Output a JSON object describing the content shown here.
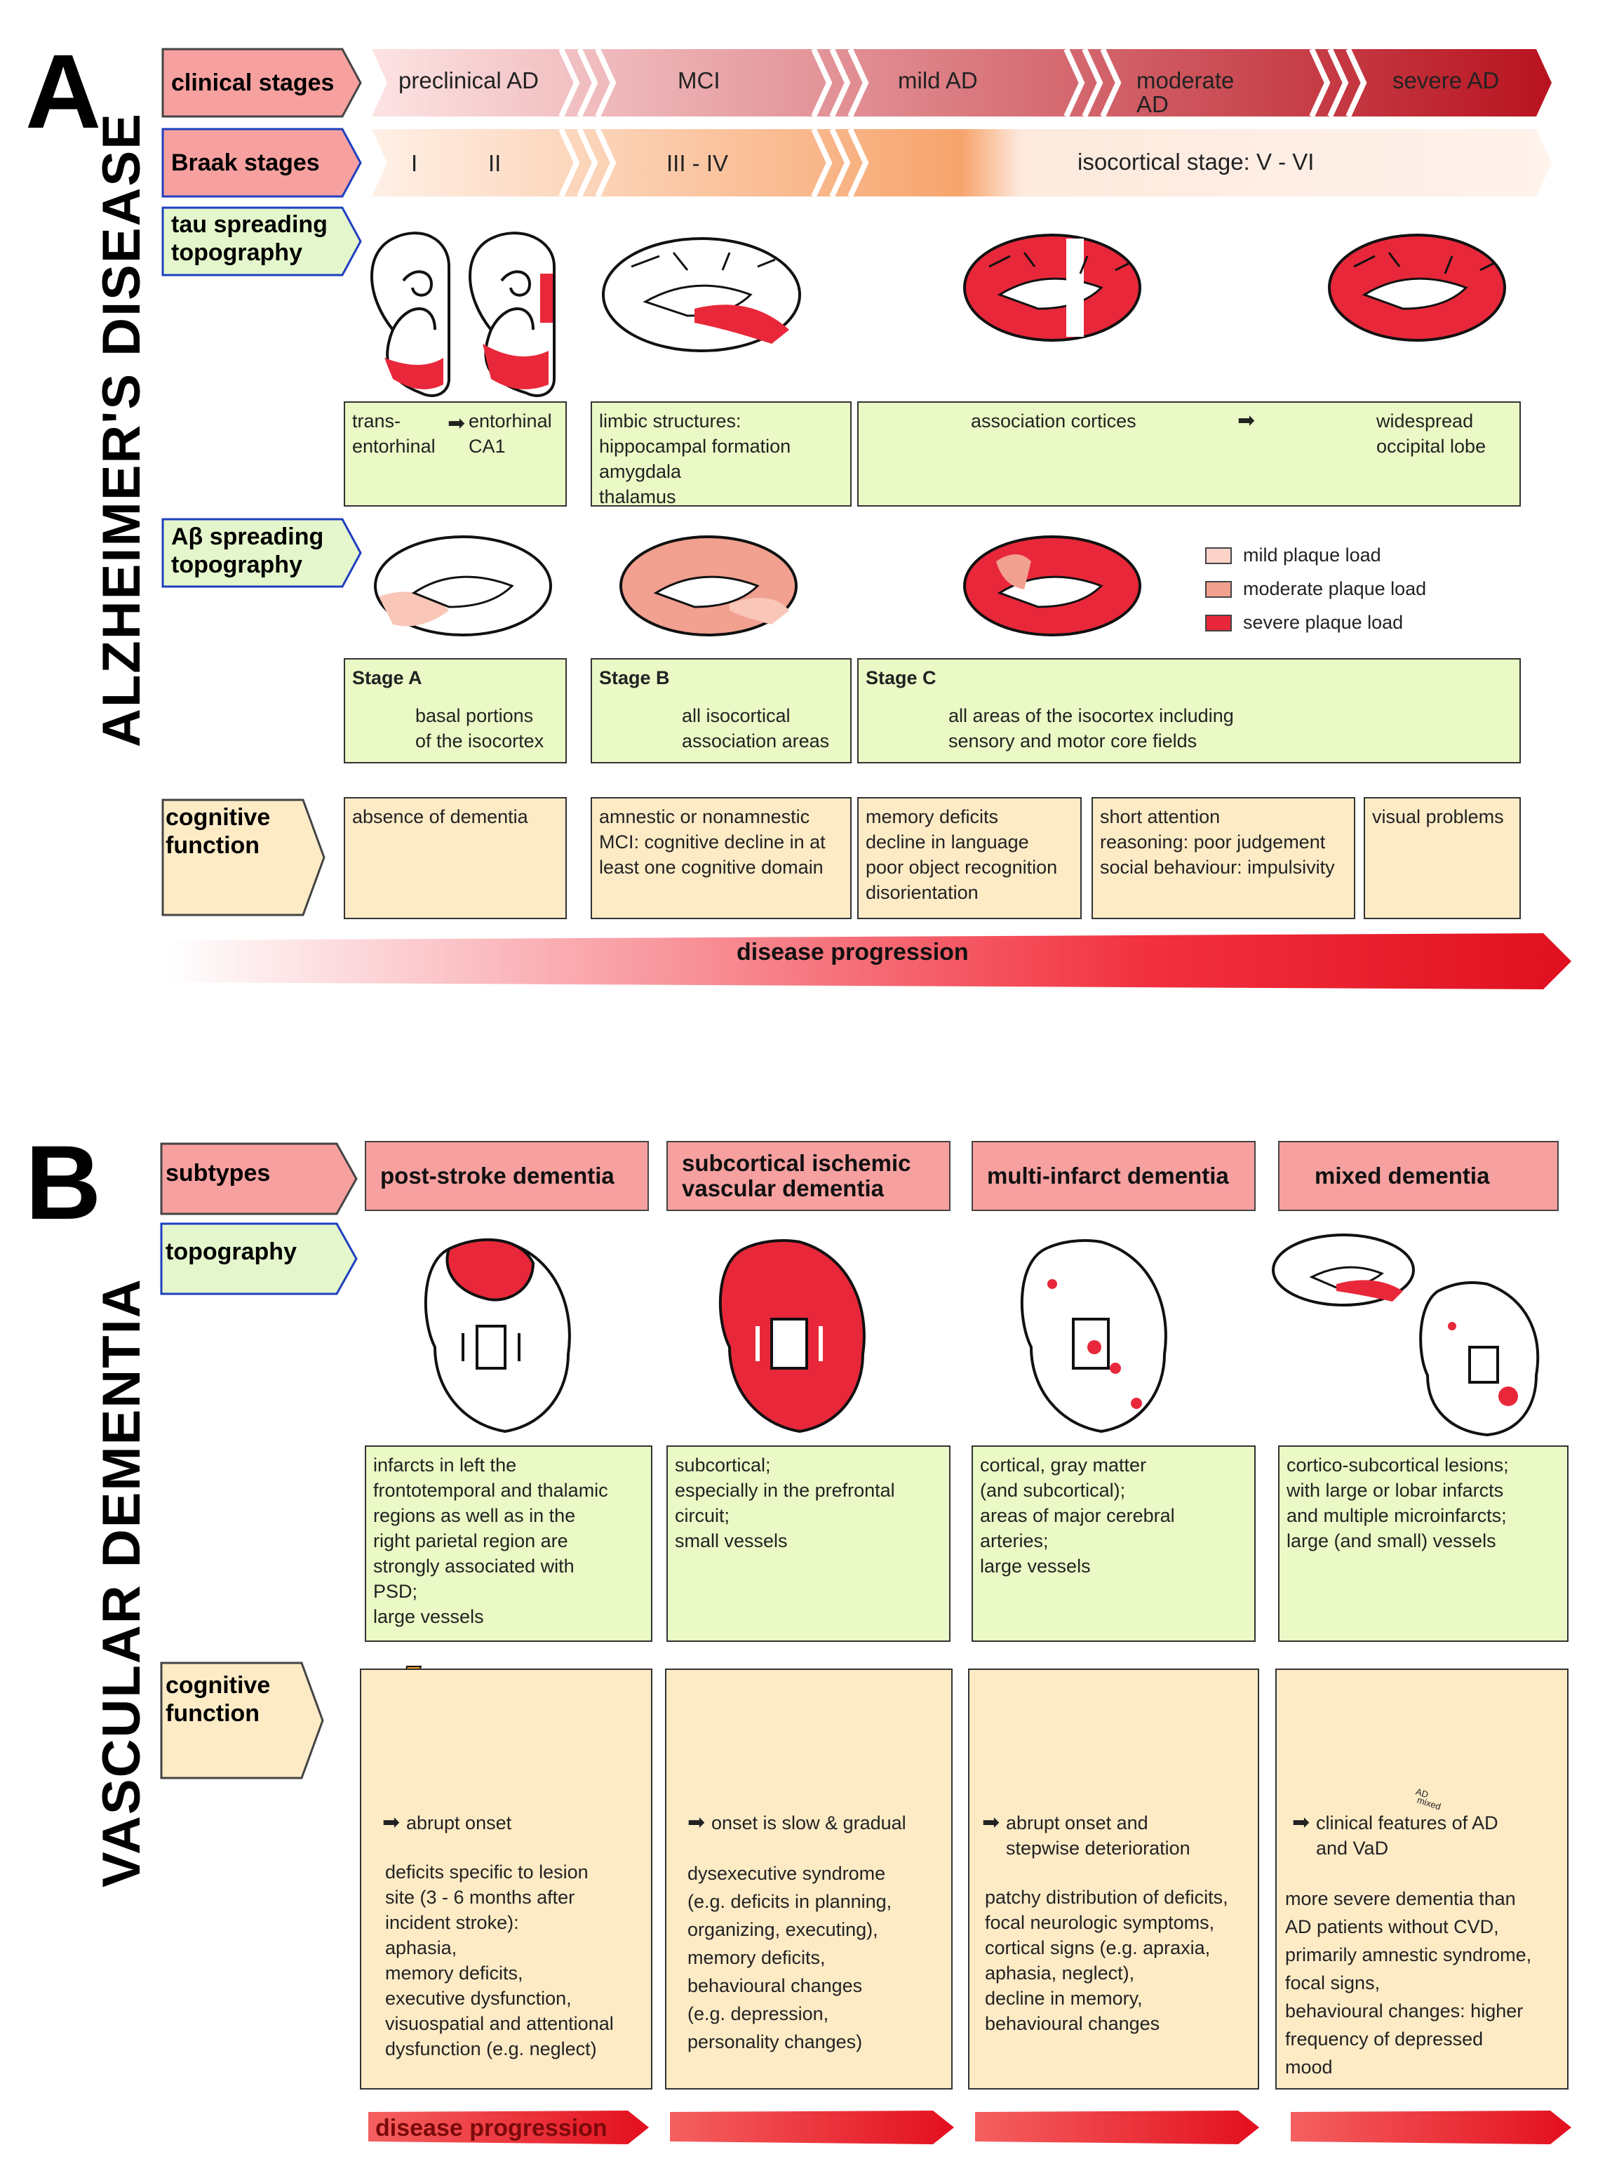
{
  "panel_a": {
    "letter": "A",
    "vertical_title": "ALZHEIMER'S DISEASE",
    "row_labels": {
      "clinical_stages": "clinical stages",
      "braak_stages": "Braak stages",
      "tau_spreading": "tau spreading\ntopography",
      "abeta_spreading": "Aβ spreading\ntopography",
      "cognitive_function": "cognitive\nfunction"
    },
    "clinical_stages": [
      "preclinical AD",
      "MCI",
      "mild AD",
      "moderate\nAD",
      "severe AD"
    ],
    "braak_stages": [
      "I",
      "II",
      "III - IV",
      "isocortical stage: V - VI"
    ],
    "tau_boxes": {
      "box1_left": "trans-\nentorhinal",
      "box1_right": "entorhinal\nCA1",
      "box2": "limbic structures:\nhippocampal formation\namygdala\nthalamus",
      "box3_left": "association cortices",
      "box3_right": "widespread\noccipital lobe"
    },
    "legend": {
      "mild": "mild plaque load",
      "moderate": "moderate plaque load",
      "severe": "severe plaque load"
    },
    "abeta_boxes": [
      {
        "title": "Stage A",
        "text": "basal portions\nof the isocortex"
      },
      {
        "title": "Stage B",
        "text": "all isocortical\nassociation areas"
      },
      {
        "title": "Stage C",
        "text": "all areas of the isocortex including\nsensory and motor core fields"
      }
    ],
    "cognitive_boxes": [
      "absence of dementia",
      "amnestic or nonamnestic\nMCI: cognitive decline in at\nleast one cognitive domain",
      "memory deficits\ndecline in language\npoor object recognition\ndisorientation",
      "short attention\nreasoning: poor judgement\nsocial behaviour: impulsivity",
      "visual problems"
    ],
    "progression": "disease progression"
  },
  "panel_b": {
    "letter": "B",
    "vertical_title": "VASCULAR DEMENTIA",
    "row_labels": {
      "subtypes": "subtypes",
      "topography": "topography",
      "cognitive_function": "cognitive\nfunction"
    },
    "subtypes": [
      "post-stroke dementia",
      "subcortical ischemic\nvascular dementia",
      "multi-infarct dementia",
      "mixed dementia"
    ],
    "topography_boxes": [
      "infarcts in left the\nfrontotemporal and thalamic\nregions as well as in the\nright parietal region are\nstrongly associated with\nPSD;\nlarge vessels",
      "subcortical;\nespecially in the prefrontal\ncircuit;\nsmall vessels",
      "cortical, gray matter\n(and subcortical);\nareas of major cerebral\narteries;\nlarge vessels",
      "cortico-subcortical lesions;\nwith large or lobar infarcts\nand multiple microinfarcts;\nlarge (and small) vessels"
    ],
    "onset": [
      "abrupt onset",
      "onset is slow & gradual",
      "abrupt onset and\nstepwise deterioration",
      "clinical features of AD\nand VaD"
    ],
    "cognitive_texts": [
      "deficits specific to lesion\nsite (3 - 6 months after\nincident stroke):\naphasia,\nmemory deficits,\nexecutive dysfunction,\nvisuospatial and attentional\ndysfunction (e.g. neglect)",
      "dysexecutive syndrome\n(e.g. deficits in planning,\norganizing, executing),\nmemory deficits,\nbehavioural changes\n(e.g. depression,\npersonality changes)",
      "patchy distribution of deficits,\nfocal neurologic symptoms,\ncortical signs (e.g. apraxia,\naphasia, neglect),\ndecline in memory,\nbehavioural changes",
      "more severe dementia than\nAD patients without CVD,\nprimarily amnestic syndrome,\nfocal signs,\nbehavioural changes: higher\nfrequency of depressed\nmood"
    ],
    "mixed_curve_labels": [
      "AD",
      "mixed"
    ],
    "progression": "disease progression"
  },
  "colors": {
    "red": "#e8283a",
    "pink_label": "#f7a0a0",
    "green_box": "#eaf9c5",
    "cream_box": "#fdebc6",
    "blue_border": "#1f3fbf",
    "lightning": "#f39a2a"
  },
  "icons": [
    "arrow-right-icon",
    "lightning-icon",
    "brain-sagittal-icon",
    "brain-coronal-icon"
  ]
}
